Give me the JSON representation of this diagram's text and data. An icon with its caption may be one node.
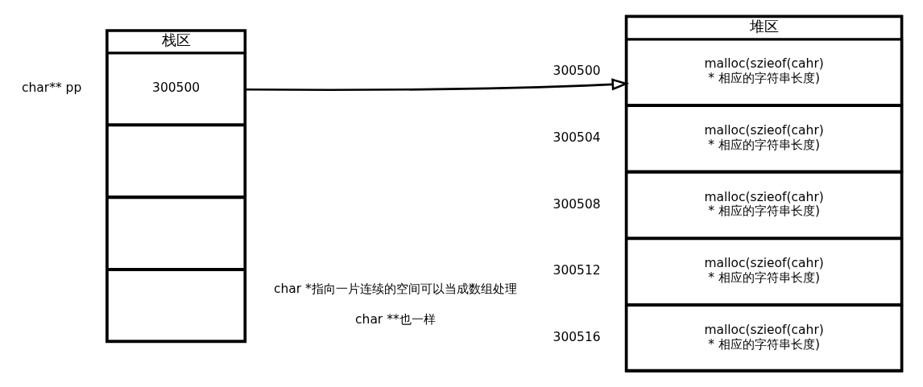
{
  "diagram": {
    "nodes": [
      {
        "text": [
          "栈区"
        ]
      },
      {
        "text": [
          "300500"
        ],
        "in": 0,
        "beside": [
          "char** pp"
        ]
      },
      {
        "text": [],
        "shape": "box",
        "in": 0
      },
      {
        "text": [],
        "shape": "box",
        "in": 0
      },
      {
        "text": [],
        "shape": "box",
        "in": 0
      },
      {
        "text": [
          "堆区"
        ]
      },
      {
        "text": [
          "malloc(szieof(cahr) * 相应的字符串长度)"
        ],
        "in": 5,
        "beside": [
          "300500"
        ]
      },
      {
        "text": [
          "malloc(szieof(cahr) * 相应的字符串长度)"
        ],
        "in": 5,
        "beside": [
          "300504"
        ]
      },
      {
        "text": [
          "malloc(szieof(cahr) * 相应的字符串长度)"
        ],
        "in": 5,
        "beside": [
          "300508"
        ]
      },
      {
        "text": [
          "malloc(szieof(cahr) * 相应的字符串长度)"
        ],
        "in": 5,
        "beside": [
          "300512"
        ]
      },
      {
        "text": [
          "malloc(szieof(cahr) * 相应的字符串长度)"
        ],
        "in": 5,
        "beside": [
          "300516"
        ]
      }
    ],
    "edges": [
      {
        "from": 1,
        "to": 6,
        "arrow": "to"
      }
    ],
    "labels": [
      "char *指向一片连续的空间可以当成数组处理",
      "char **也一样"
    ]
  }
}
